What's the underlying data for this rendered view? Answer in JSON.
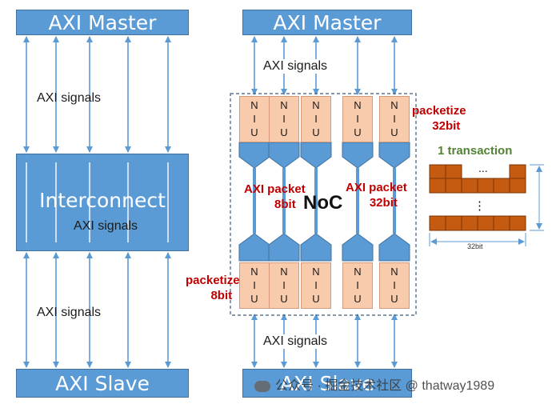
{
  "left": {
    "master_label": "AXI Master",
    "interconnect_label": "Interconnect",
    "slave_label": "AXI Slave",
    "signals_top": "AXI signals",
    "signals_mid": "AXI signals",
    "signals_bottom": "AXI signals"
  },
  "right": {
    "master_label": "AXI Master",
    "slave_label": "AXI Slave",
    "signals_top": "AXI signals",
    "signals_bottom": "AXI signals",
    "noc_label": "NoC",
    "niu_letters": [
      "N",
      "I",
      "U"
    ],
    "packetize_top_line1": "packetize",
    "packetize_top_line2": "32bit",
    "packetize_bottom_line1": "packetize",
    "packetize_bottom_line2": "8bit",
    "packet_left_line1": "AXI packet",
    "packet_left_line2": "8bit",
    "packet_right_line1": "AXI packet",
    "packet_right_line2": "32bit"
  },
  "transaction": {
    "label": "1 transaction",
    "dots_top": "...",
    "dots_mid": "⋮",
    "width_label": "32bit"
  },
  "watermark": "公众号 · 掘金技术社区 @ thatway1989",
  "colors": {
    "box_blue": "#5b9bd5",
    "niu_fill": "#f8cbad",
    "packet_brown": "#c55a11",
    "accent_red": "#c00000",
    "transaction_green": "#548235"
  }
}
